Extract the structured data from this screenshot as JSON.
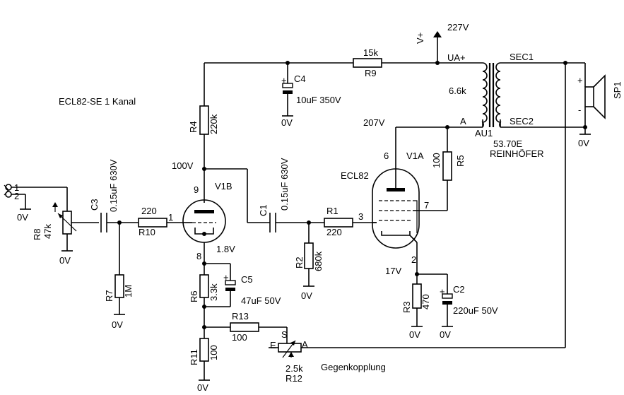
{
  "title": "ECL82-SE  1 Kanal",
  "supply": {
    "rail": "V+",
    "voltage": "227V",
    "node": "UA+"
  },
  "transformer": {
    "name": "AU1",
    "impedance": "6.6k",
    "model": "53.70E",
    "maker": "REINHÖFER",
    "sec1": "SEC1",
    "sec2": "SEC2",
    "node_a": "A"
  },
  "speaker": {
    "name": "SP1",
    "plus": "+",
    "minus": "-"
  },
  "tube": {
    "name": "ECL82",
    "v1a": "V1A",
    "v1b": "V1B"
  },
  "voltages": {
    "v100": "100V",
    "v207": "207V",
    "v18": "1.8V",
    "v17": "17V"
  },
  "pins": {
    "p1": "1",
    "p2": "2",
    "p3": "3",
    "p6": "6",
    "p7": "7",
    "p8": "8",
    "p9": "9"
  },
  "ground": "0V",
  "input": {
    "pin1": "1",
    "pin2": "2"
  },
  "components": {
    "r9": {
      "ref": "R9",
      "value": "15k"
    },
    "c4": {
      "ref": "C4",
      "value": "10uF 350V",
      "plus": "+"
    },
    "r4": {
      "ref": "R4",
      "value": "220k"
    },
    "r8": {
      "ref": "R8",
      "value": "47k"
    },
    "c3": {
      "ref": "C3",
      "value": "0.15uF 630V"
    },
    "r10": {
      "ref": "R10",
      "value": "220"
    },
    "r7": {
      "ref": "R7",
      "value": "1M"
    },
    "c1": {
      "ref": "C1",
      "value": "0.15uF 630V"
    },
    "r1": {
      "ref": "R1",
      "value": "220"
    },
    "r2": {
      "ref": "R2",
      "value": "680k"
    },
    "r5": {
      "ref": "R5",
      "value": "100"
    },
    "r6": {
      "ref": "R6",
      "value": "3.3k"
    },
    "c5": {
      "ref": "C5",
      "value": "47uF 50V",
      "plus": "+"
    },
    "r13": {
      "ref": "R13",
      "value": "100"
    },
    "r11": {
      "ref": "R11",
      "value": "100"
    },
    "r12": {
      "ref": "R12",
      "value": "2.5k",
      "e": "E",
      "s": "S",
      "a": "A"
    },
    "r3": {
      "ref": "R3",
      "value": "470"
    },
    "c2": {
      "ref": "C2",
      "value": "220uF 50V",
      "plus": "+"
    }
  },
  "feedback_label": "Gegenkopplung"
}
